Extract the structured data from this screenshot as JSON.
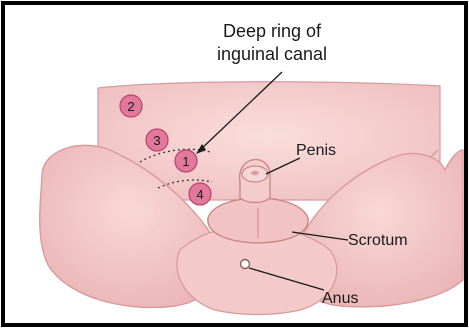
{
  "colors": {
    "skin_light": "#f6d3d1",
    "skin_mid": "#efbdbd",
    "skin_outline": "#d99a9c",
    "marker_fill": "#e2789c",
    "marker_stroke": "#b8446c",
    "leader_line": "#1a1a1a",
    "frame": "#000000"
  },
  "labels": {
    "deep_ring_line1": "Deep ring of",
    "deep_ring_line2": "inguinal canal",
    "penis": "Penis",
    "scrotum": "Scrotum",
    "anus": "Anus"
  },
  "markers": [
    {
      "id": "1",
      "label": "1"
    },
    {
      "id": "2",
      "label": "2"
    },
    {
      "id": "3",
      "label": "3"
    },
    {
      "id": "4",
      "label": "4"
    }
  ]
}
